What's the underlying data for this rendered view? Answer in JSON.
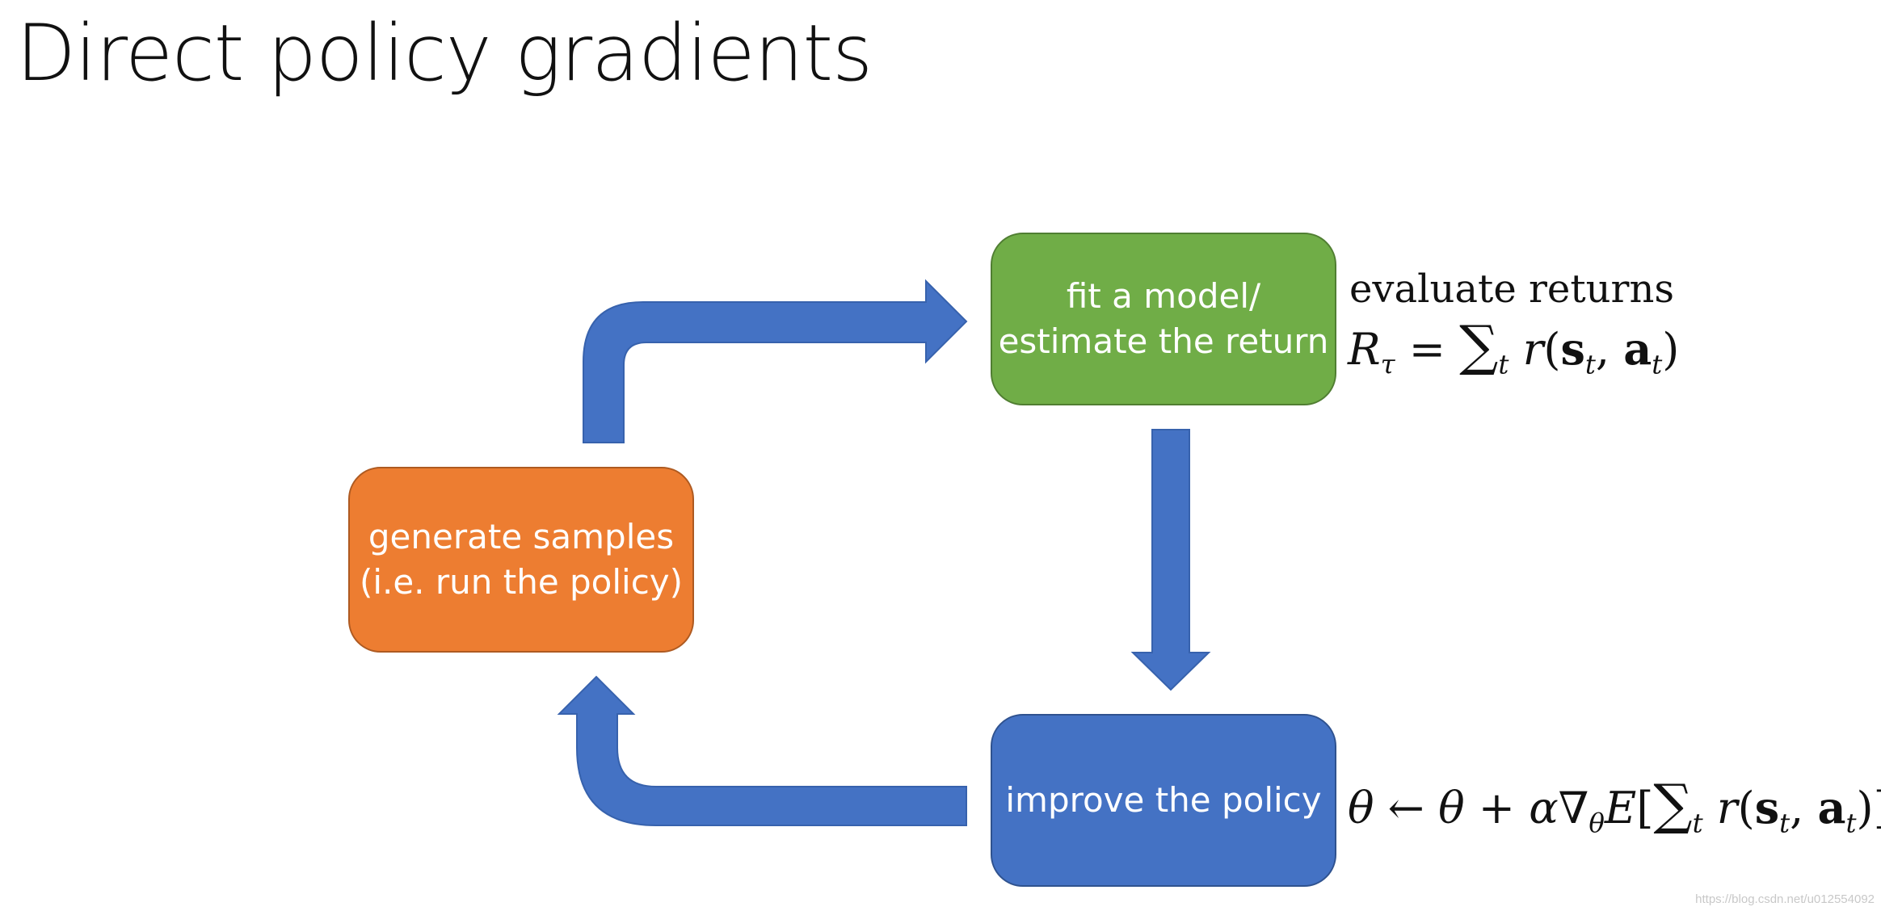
{
  "title": "Direct policy gradients",
  "boxes": {
    "fit": {
      "line1": "fit a model/",
      "line2": "estimate the return",
      "color": "#70ad47"
    },
    "generate": {
      "line1": "generate samples",
      "line2": "(i.e. run the policy)",
      "color": "#ed7d31"
    },
    "improve": {
      "line1": "improve the policy",
      "color": "#4472c4"
    }
  },
  "annotations": {
    "evaluate_label": "evaluate returns",
    "evaluate_formula": "R_τ = Σ_t r(s_t, a_t)",
    "update_formula": "θ ← θ + α∇_θ E[Σ_t r(s_t, a_t)]"
  },
  "arrow_color": "#4472c4",
  "watermark": "https://blog.csdn.net/u012554092"
}
